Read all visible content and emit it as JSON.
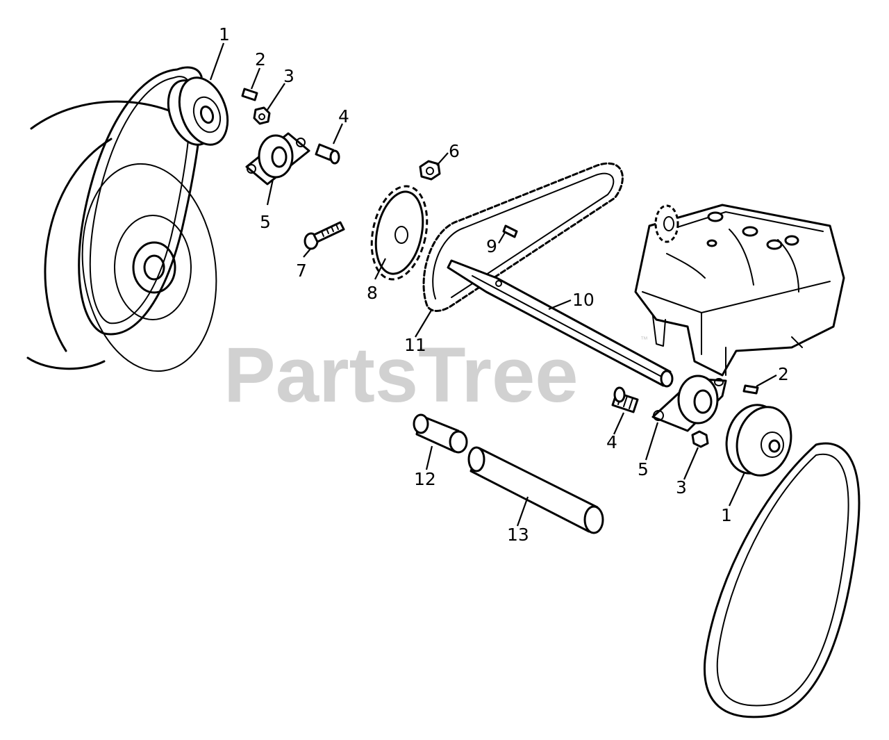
{
  "watermark": {
    "text": "PartsTree",
    "trademark": "™"
  },
  "callouts": [
    {
      "id": "c1a",
      "label": "1"
    },
    {
      "id": "c2a",
      "label": "2"
    },
    {
      "id": "c3a",
      "label": "3"
    },
    {
      "id": "c4a",
      "label": "4"
    },
    {
      "id": "c5a",
      "label": "5"
    },
    {
      "id": "c6",
      "label": "6"
    },
    {
      "id": "c7",
      "label": "7"
    },
    {
      "id": "c8",
      "label": "8"
    },
    {
      "id": "c9",
      "label": "9"
    },
    {
      "id": "c10",
      "label": "10"
    },
    {
      "id": "c11",
      "label": "11"
    },
    {
      "id": "c2b",
      "label": "2"
    },
    {
      "id": "c4b",
      "label": "4"
    },
    {
      "id": "c5b",
      "label": "5"
    },
    {
      "id": "c3b",
      "label": "3"
    },
    {
      "id": "c1b",
      "label": "1"
    },
    {
      "id": "c12",
      "label": "12"
    },
    {
      "id": "c13",
      "label": "13"
    }
  ]
}
